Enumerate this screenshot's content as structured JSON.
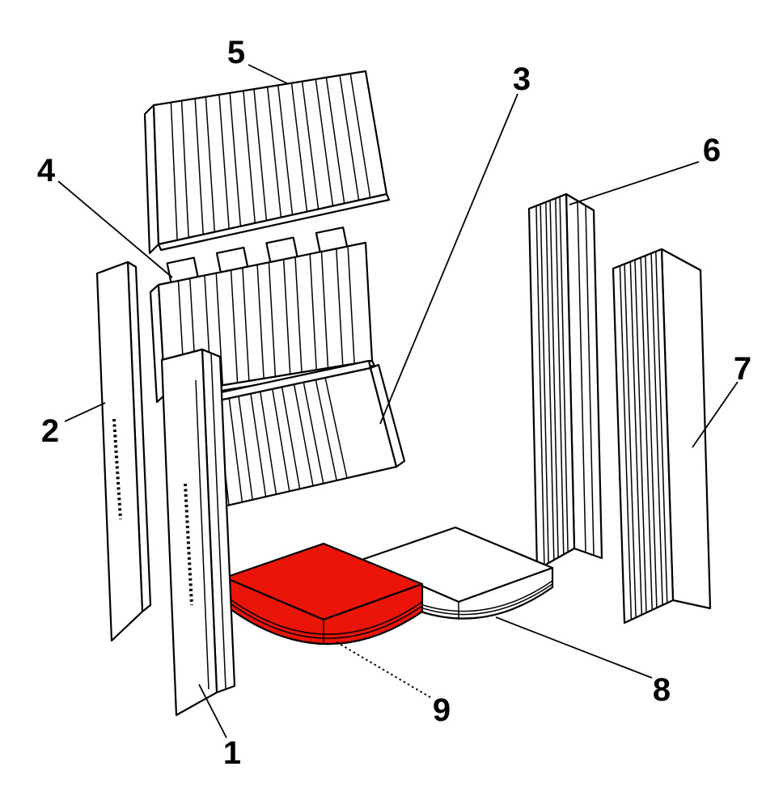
{
  "diagram": {
    "parts": [
      {
        "label": "1"
      },
      {
        "label": "2"
      },
      {
        "label": "3"
      },
      {
        "label": "4"
      },
      {
        "label": "5"
      },
      {
        "label": "6"
      },
      {
        "label": "7"
      },
      {
        "label": "8"
      },
      {
        "label": "9"
      }
    ],
    "highlighted_part": "9",
    "colors": {
      "highlight": "#ea1408",
      "line": "#000000",
      "background": "#ffffff"
    }
  }
}
